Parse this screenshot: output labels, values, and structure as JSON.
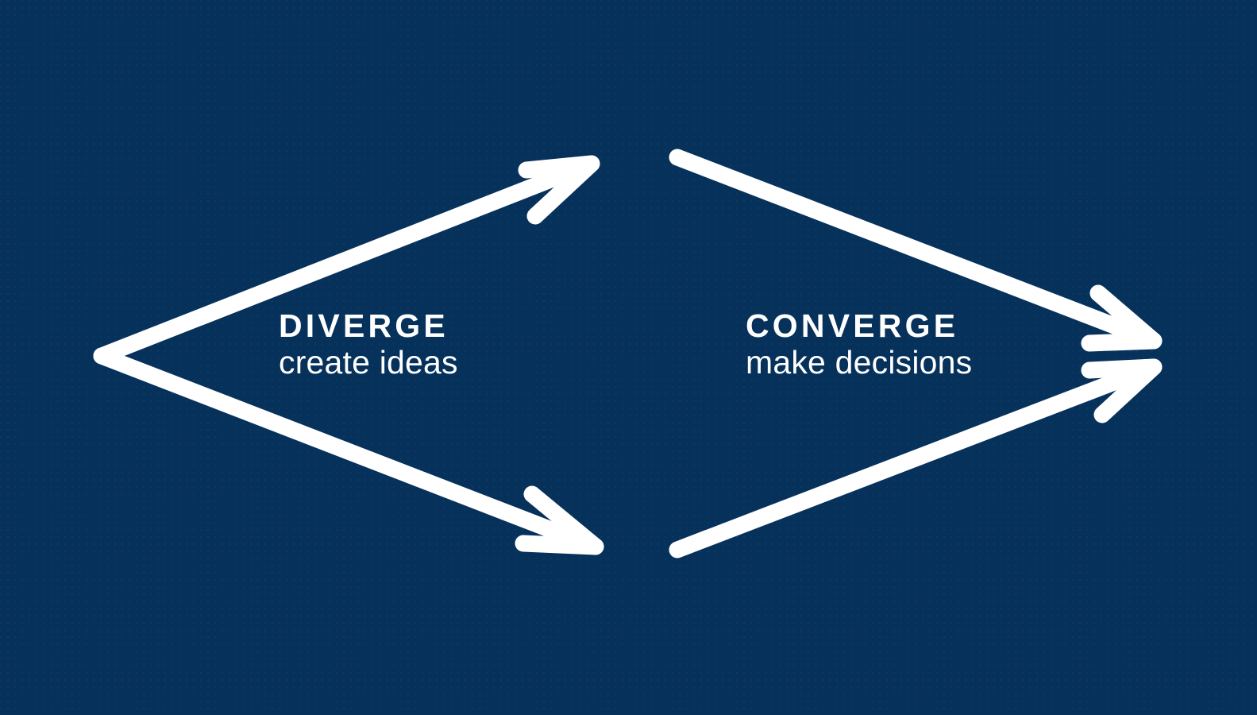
{
  "diagram": {
    "title_hidden": "",
    "background_color": "#06315b",
    "stroke_color": "#ffffff",
    "phases": [
      {
        "id": "diverge",
        "title": "DIVERGE",
        "subtitle": "create ideas",
        "direction": "outward",
        "arrow_count": 2
      },
      {
        "id": "converge",
        "title": "CONVERGE",
        "subtitle": "make decisions",
        "direction": "inward",
        "arrow_count": 2
      }
    ],
    "shapes": {
      "left_vertex": "left-vertex-point",
      "right_vertex": "right-convergence-point",
      "diverge_arrow_up": "diverge-arrow-up",
      "diverge_arrow_down": "diverge-arrow-down",
      "converge_arrow_up": "converge-arrow-upper",
      "converge_arrow_down": "converge-arrow-lower"
    }
  }
}
